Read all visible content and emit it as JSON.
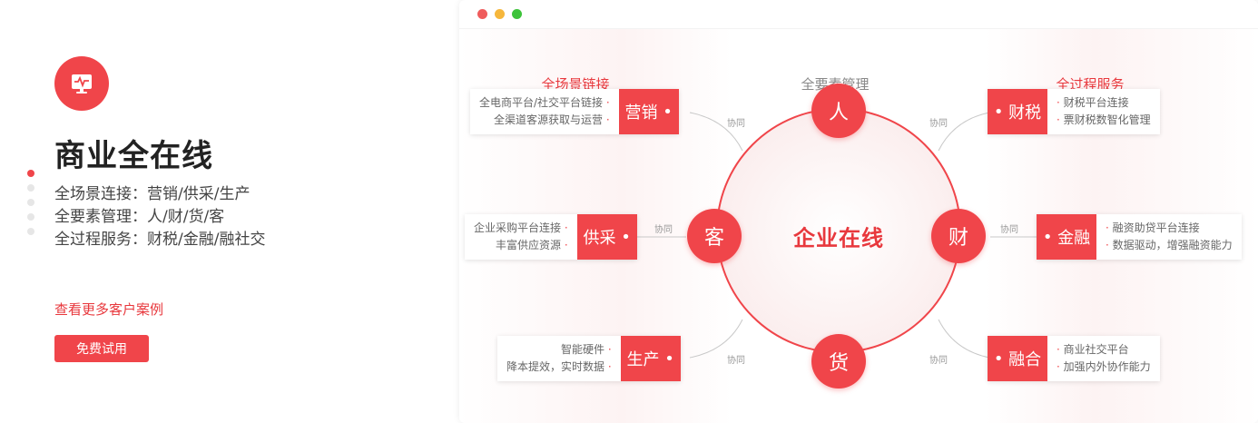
{
  "intro": {
    "title": "商业全在线",
    "features": [
      "全场景连接：营销/供采/生产",
      "全要素管理：人/财/货/客",
      "全过程服务：财税/金融/融社交"
    ],
    "case_link": "查看更多客户案例",
    "try_button": "免费试用",
    "icon": "monitor-pulse-icon"
  },
  "window": {
    "controls": [
      "#ef5c5c",
      "#f6b73c",
      "#3dc33a"
    ]
  },
  "diagram": {
    "headers": {
      "left": "全场景链接",
      "middle": "全要素管理",
      "right": "全过程服务"
    },
    "center": "企业在线",
    "nodes": {
      "top": "人",
      "left": "客",
      "right": "财",
      "bottom": "货"
    },
    "link_label": "协同",
    "left_cards": [
      {
        "label": "营销",
        "lines": [
          "全电商平台/社交平台链接",
          "全渠道客源获取与运营"
        ]
      },
      {
        "label": "供采",
        "lines": [
          "企业采购平台连接",
          "丰富供应资源"
        ]
      },
      {
        "label": "生产",
        "lines": [
          "智能硬件",
          "降本提效，实时数据"
        ]
      }
    ],
    "right_cards": [
      {
        "label": "财税",
        "lines": [
          "财税平台连接",
          "票财税数智化管理"
        ]
      },
      {
        "label": "金融",
        "lines": [
          "融资助贷平台连接",
          "数据驱动，增强融资能力"
        ]
      },
      {
        "label": "融合",
        "lines": [
          "商业社交平台",
          "加强内外协作能力"
        ]
      }
    ]
  },
  "colors": {
    "accent": "#f0454a",
    "link": "#e8383d"
  }
}
